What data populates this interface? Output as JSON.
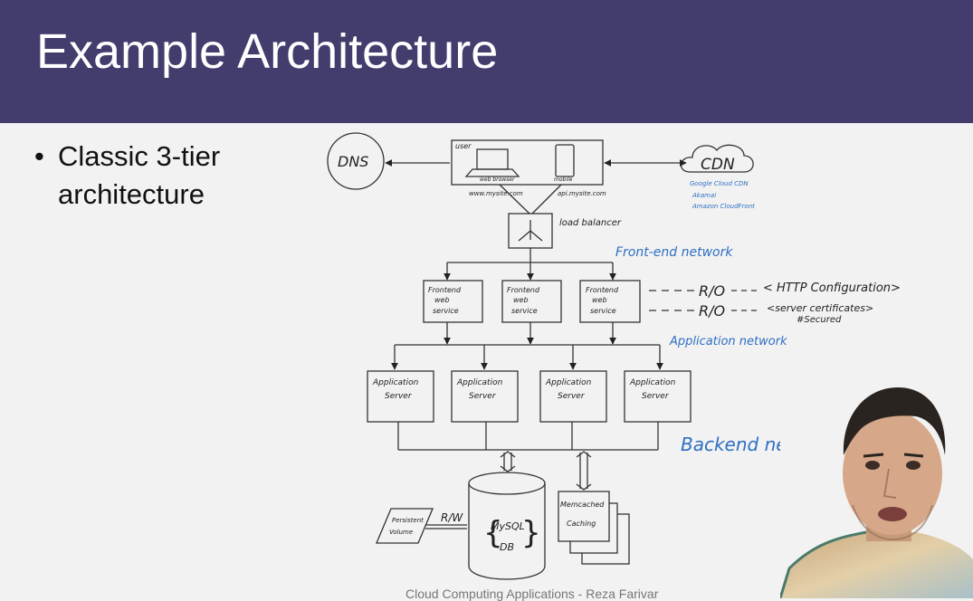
{
  "header": {
    "title": "Example Architecture"
  },
  "bullet": {
    "line1": "Classic 3-tier",
    "line2": "architecture"
  },
  "diagram": {
    "dns": "DNS",
    "cdn": "CDN",
    "cdn_providers": [
      "Google Cloud CDN",
      "Akamai",
      "Amazon CloudFront"
    ],
    "user": "user",
    "web_browser": "web browser",
    "mobile": "mobile",
    "www_url": "www.mysite.com",
    "api_url": "api.mysite.com",
    "load_balancer": "load balancer",
    "frontend_network": "Front-end network",
    "frontend_label": [
      "Frontend",
      "web",
      "service"
    ],
    "ro_label": "R/O",
    "http_config": "HTTP Configuration",
    "server_certs": "server certificates",
    "secured": "#Secured",
    "application_network": "Application network",
    "app_server_label": [
      "Application",
      "Server"
    ],
    "backend_network": "Backend network",
    "persistent_volume": [
      "Persistent",
      "Volume"
    ],
    "rw_label": "R/W",
    "db_label": [
      "MySQL",
      "DB"
    ],
    "memcached": [
      "Memcached",
      "Caching"
    ]
  },
  "footer": {
    "text": "Cloud Computing Applications - Reza Farivar"
  }
}
